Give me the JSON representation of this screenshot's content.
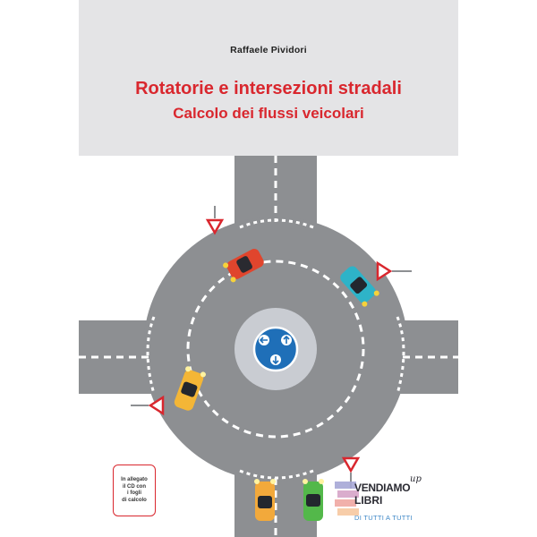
{
  "book": {
    "author": "Raffaele Pividori",
    "title": "Rotatorie e intersezioni stradali",
    "subtitle": "Calcolo dei flussi veicolari"
  },
  "cd_badge": {
    "lines": [
      "In allegato",
      "il CD con",
      "i fogli",
      "di calcolo"
    ]
  },
  "publisher": {
    "brand": "VENDIAMO",
    "brand_suffix": "up",
    "line2": "LIBRI",
    "tagline": "DI TUTTI A TUTTI"
  },
  "colors": {
    "title_red": "#d9272e",
    "road_gray": "#8d8f92",
    "header_band": "#e4e4e6",
    "sign_blue": "#1f6fb8"
  },
  "icons": {
    "yield_signs": "yield-sign-icon",
    "roundabout_sign": "roundabout-sign-icon"
  }
}
